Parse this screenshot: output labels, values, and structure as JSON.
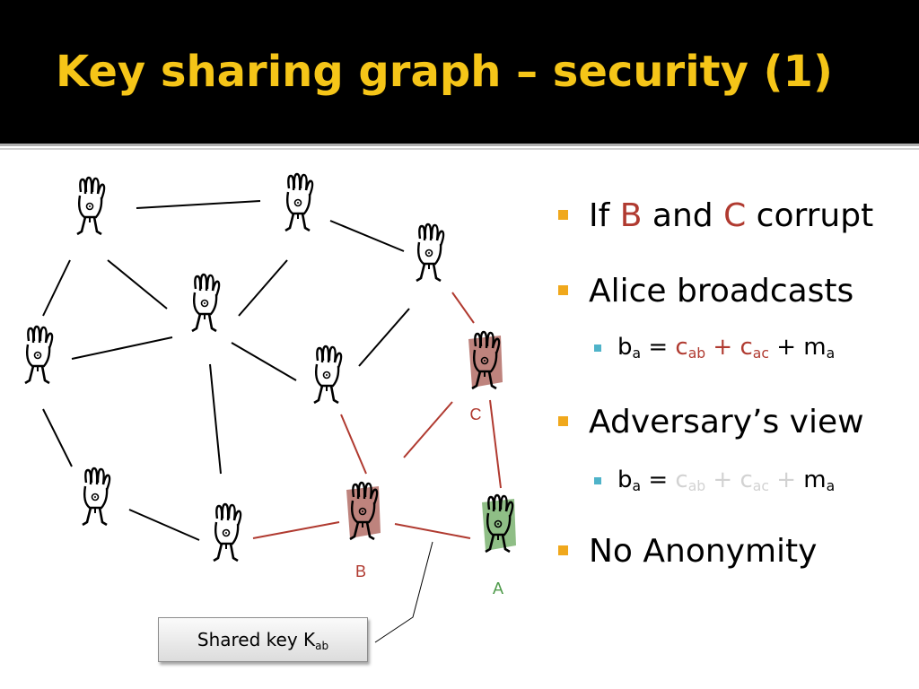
{
  "title": "Key sharing graph – security (1)",
  "colors": {
    "accent": "#f5c518",
    "corrupt": "#b03a30",
    "alice": "#4e9a4a",
    "honest_edge": "#000000",
    "grey_text": "#d2d2d2"
  },
  "bullets": {
    "b1_pre": "If ",
    "b1_B": "B",
    "b1_mid": " and ",
    "b1_C": "C",
    "b1_post": " corrupt",
    "b2": "Alice broadcasts",
    "b2_sub": {
      "b": "b",
      "a": "a",
      "eq": " = ",
      "c1": "c",
      "ab": "ab",
      "plus": " + ",
      "c2": "c",
      "ac": "ac",
      "plus2": " + m",
      "a2": "a"
    },
    "b3": "Adversary’s view",
    "b3_sub": {
      "b": "b",
      "a": "a",
      "eq": " = ",
      "c1": "c",
      "ab": "ab",
      "plus": " + ",
      "c2": "c",
      "ac": "ac",
      "plus2": " + ",
      "m": "m",
      "a2": "a"
    },
    "b4": "No Anonymity"
  },
  "graph": {
    "labels": {
      "B": "B",
      "C": "C",
      "A": "A"
    },
    "key_box_pre": "Shared key K",
    "key_box_sub": "ab"
  }
}
